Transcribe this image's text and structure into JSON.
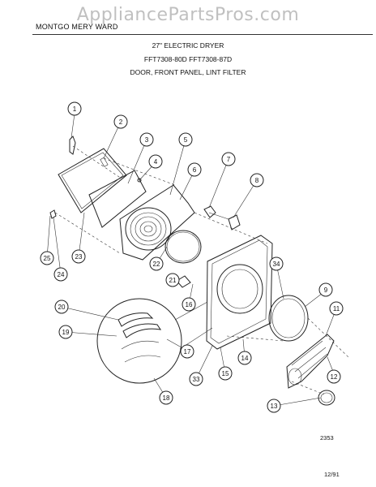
{
  "watermark": "AppliancePartsPros.com",
  "header": {
    "brand": "MONTGO MERY WARD",
    "title": "27\" ELECTRIC DRYER",
    "models": "FFT7308-80D   FFT7308-87D",
    "section": "DOOR, FRONT PANEL, LINT FILTER"
  },
  "footer": {
    "code": "2353",
    "date": "12/91"
  },
  "callouts": [
    {
      "id": "c1",
      "label": "1"
    },
    {
      "id": "c2",
      "label": "2"
    },
    {
      "id": "c3",
      "label": "3"
    },
    {
      "id": "c4",
      "label": "4"
    },
    {
      "id": "c5",
      "label": "5"
    },
    {
      "id": "c6",
      "label": "6"
    },
    {
      "id": "c7",
      "label": "7"
    },
    {
      "id": "c8",
      "label": "8"
    },
    {
      "id": "c9",
      "label": "9"
    },
    {
      "id": "c11",
      "label": "11"
    },
    {
      "id": "c12",
      "label": "12"
    },
    {
      "id": "c13",
      "label": "13"
    },
    {
      "id": "c14",
      "label": "14"
    },
    {
      "id": "c15",
      "label": "15"
    },
    {
      "id": "c16",
      "label": "16"
    },
    {
      "id": "c17",
      "label": "17"
    },
    {
      "id": "c18",
      "label": "18"
    },
    {
      "id": "c19",
      "label": "19"
    },
    {
      "id": "c20",
      "label": "20"
    },
    {
      "id": "c21",
      "label": "21"
    },
    {
      "id": "c22",
      "label": "22"
    },
    {
      "id": "c23",
      "label": "23"
    },
    {
      "id": "c24",
      "label": "24"
    },
    {
      "id": "c25",
      "label": "25"
    },
    {
      "id": "c33",
      "label": "33"
    },
    {
      "id": "c34",
      "label": "34"
    }
  ]
}
